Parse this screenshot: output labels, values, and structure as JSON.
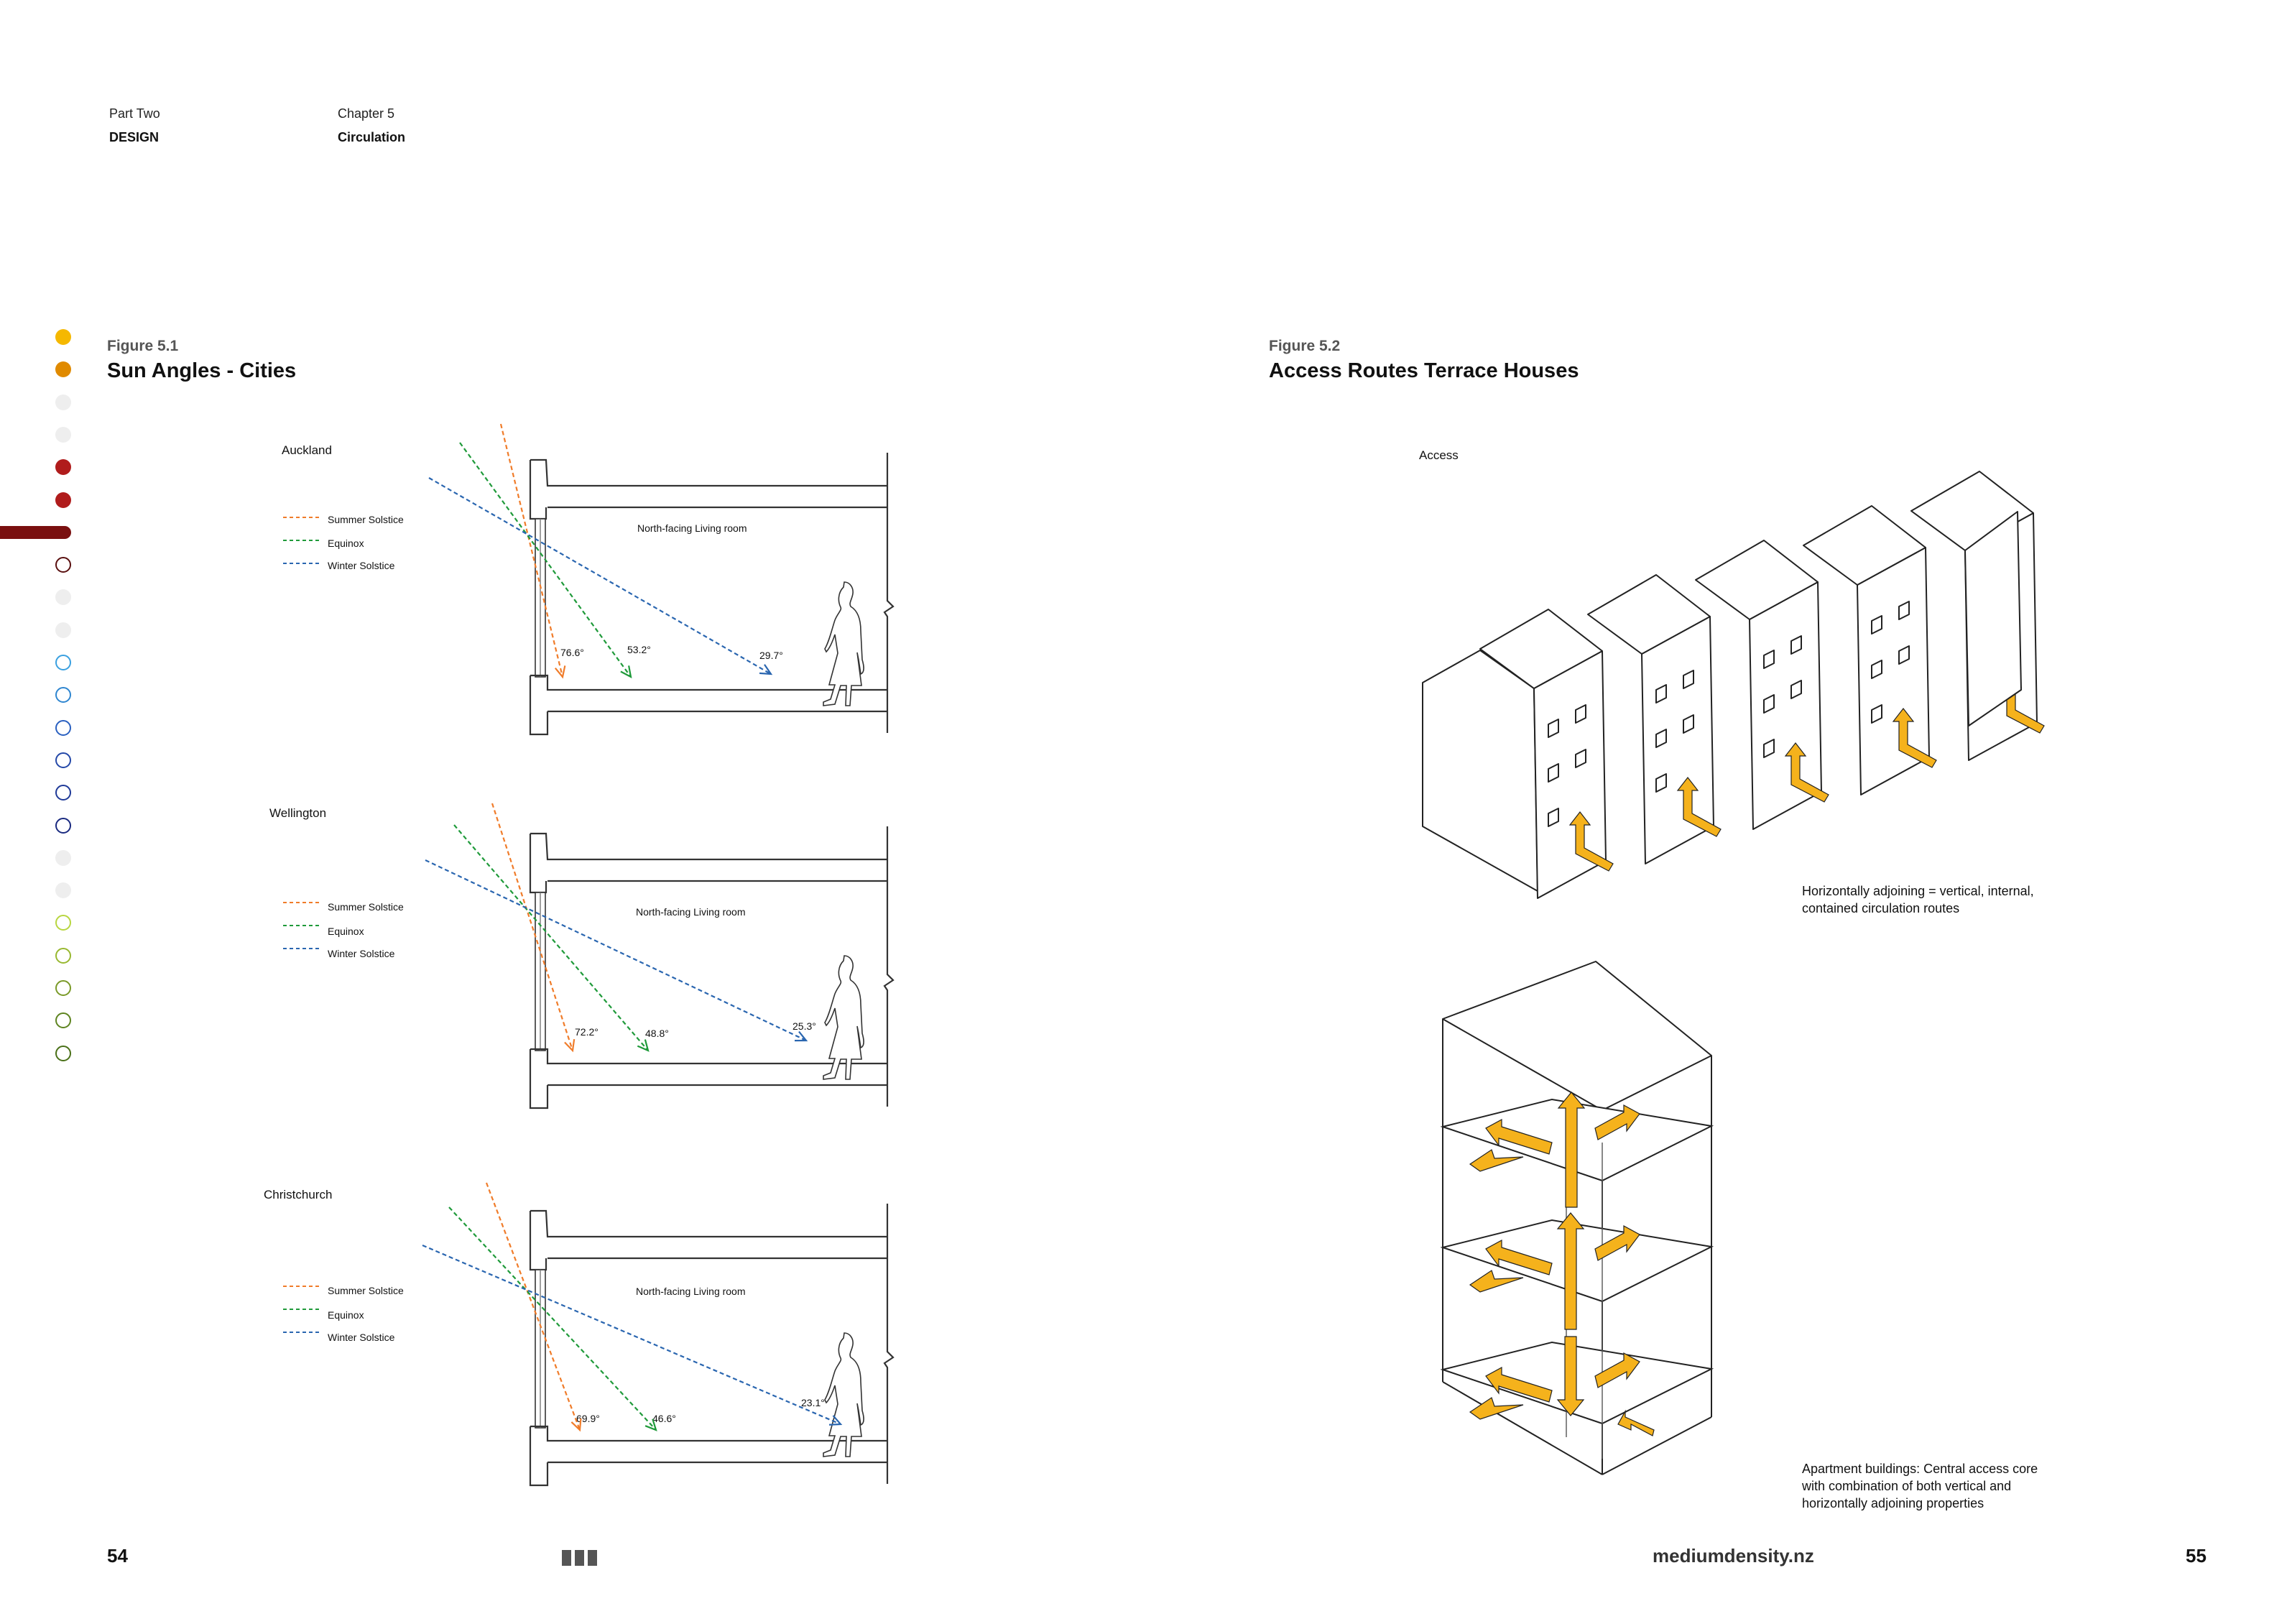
{
  "header": {
    "part_label": "Part Two",
    "part_title": "DESIGN",
    "chapter_label": "Chapter 5",
    "chapter_title": "Circulation"
  },
  "nav_dots": [
    {
      "color": "#f5b800",
      "filled": true
    },
    {
      "color": "#e08a00",
      "filled": true
    },
    {
      "color": "#eeeeee",
      "filled": true
    },
    {
      "color": "#eeeeee",
      "filled": true
    },
    {
      "color": "#b01c1c",
      "filled": true
    },
    {
      "color": "#b01c1c",
      "filled": true
    },
    {
      "color": "#7a1010",
      "filled": true,
      "active": true
    },
    {
      "color": "#5a1010",
      "filled": false
    },
    {
      "color": "#eeeeee",
      "filled": true
    },
    {
      "color": "#eeeeee",
      "filled": true
    },
    {
      "color": "#3aa0e0",
      "filled": false
    },
    {
      "color": "#2f86d0",
      "filled": false
    },
    {
      "color": "#2a60c0",
      "filled": false
    },
    {
      "color": "#2448a8",
      "filled": false
    },
    {
      "color": "#1f3a98",
      "filled": false
    },
    {
      "color": "#1a2a80",
      "filled": false
    },
    {
      "color": "#eeeeee",
      "filled": true
    },
    {
      "color": "#eeeeee",
      "filled": true
    },
    {
      "color": "#b8d640",
      "filled": false
    },
    {
      "color": "#98b830",
      "filled": false
    },
    {
      "color": "#7a9a28",
      "filled": false
    },
    {
      "color": "#5e8420",
      "filled": false
    },
    {
      "color": "#4a7018",
      "filled": false
    }
  ],
  "figure1": {
    "number": "Figure 5.1",
    "title": "Sun Angles - Cities",
    "legend": [
      "Summer Solstice",
      "Equinox",
      "Winter Solstice"
    ],
    "room_label": "North-facing Living room",
    "colors": {
      "summer": "#f07c2a",
      "equinox": "#1f9a3a",
      "winter": "#2a66b0"
    },
    "cities": [
      {
        "name": "Auckland",
        "summer": "76.6°",
        "equinox": "53.2°",
        "winter": "29.7°"
      },
      {
        "name": "Wellington",
        "summer": "72.2°",
        "equinox": "48.8°",
        "winter": "25.3°"
      },
      {
        "name": "Christchurch",
        "summer": "69.9°",
        "equinox": "46.6°",
        "winter": "23.1°"
      }
    ]
  },
  "figure2": {
    "number": "Figure 5.2",
    "title": "Access Routes Terrace Houses",
    "access_label": "Access",
    "caption1": [
      "Horizontally adjoining = vertical, internal,",
      "contained circulation routes"
    ],
    "caption2": [
      "Apartment buildings: Central access core",
      "with combination of both vertical and",
      "horizontally adjoining properties"
    ],
    "arrow_color": "#f5b21c"
  },
  "footer": {
    "left_page": "54",
    "right_page": "55",
    "site": "mediumdensity.nz"
  }
}
